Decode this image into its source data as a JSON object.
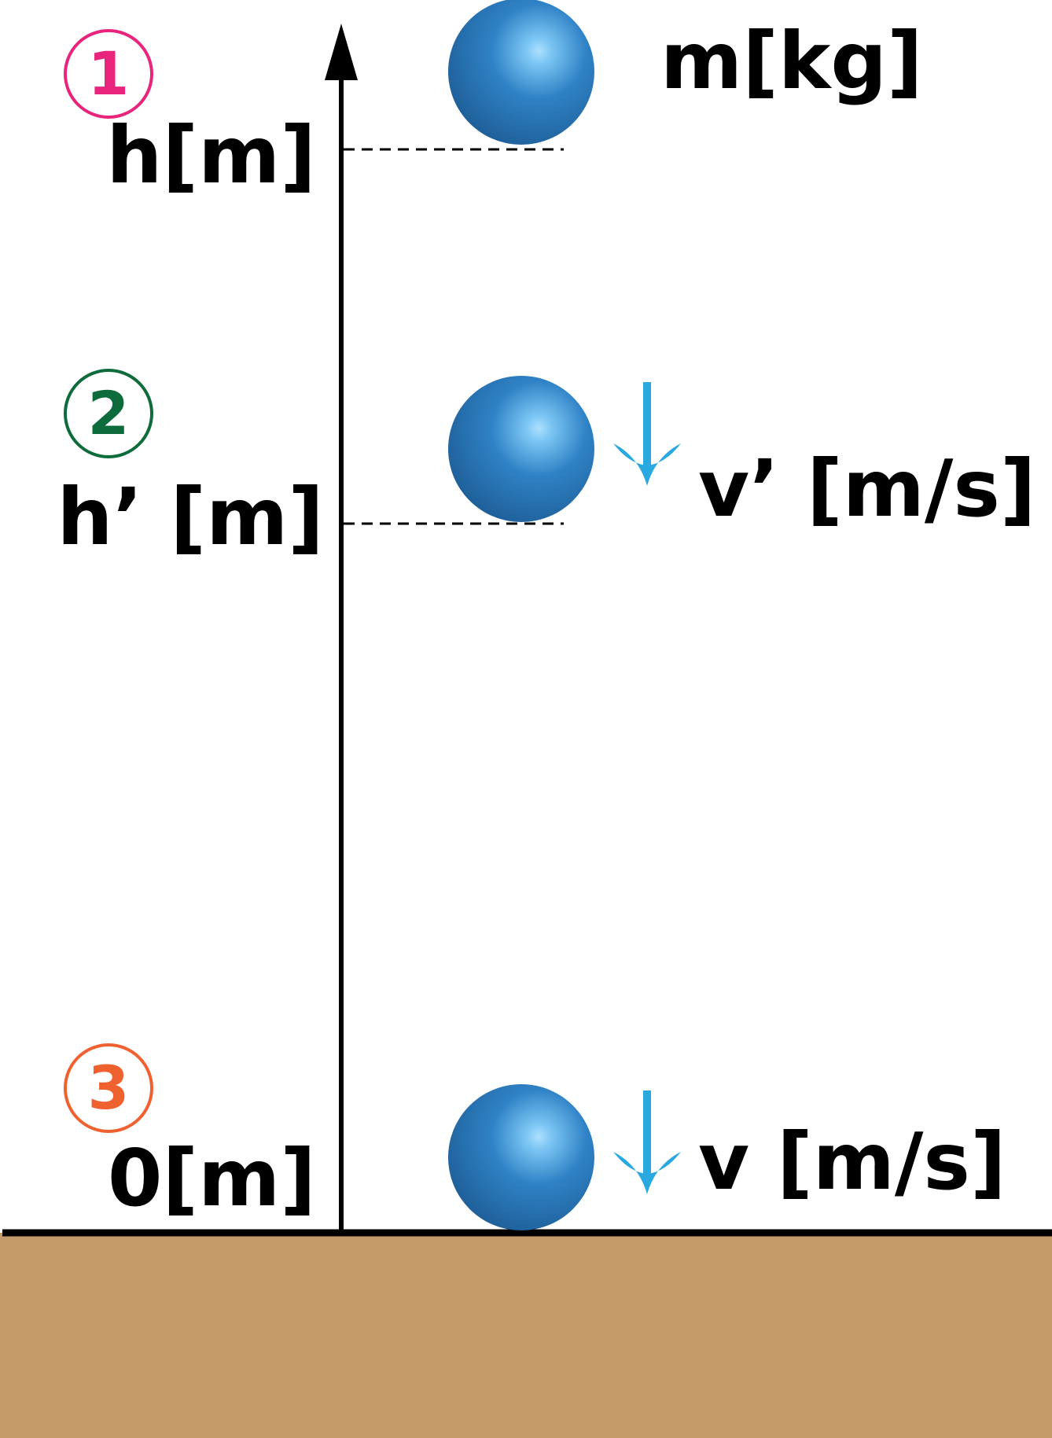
{
  "stages": [
    {
      "number": "1",
      "color": "#e8247c",
      "height_label": "h[m]"
    },
    {
      "number": "2",
      "color": "#0d6b3c",
      "height_label": "h’ [m]"
    },
    {
      "number": "3",
      "color": "#f06130",
      "height_label": "0[m]"
    }
  ],
  "ball_labels": {
    "mass": "m[kg]",
    "velocity_stage2": "v’ [m/s]",
    "velocity_stage3": "v [m/s]"
  },
  "colors": {
    "ball": "#2a7bc0",
    "velocity_arrow": "#2aa9e0",
    "ground": "#c59b6b",
    "axis": "#000000"
  },
  "icons": {
    "axis": "up-arrow-axis",
    "ball": "sphere",
    "velocity": "down-arrow"
  }
}
